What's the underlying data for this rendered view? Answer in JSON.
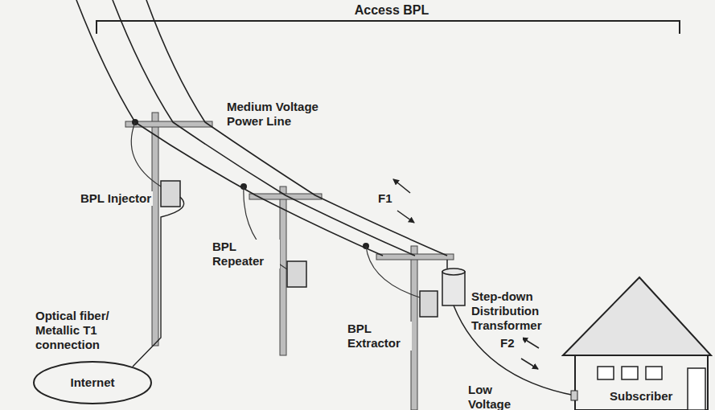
{
  "diagram": {
    "nodes": [
      {
        "text": [
          "Internet"
        ]
      },
      {
        "text": [
          "Subscriber"
        ]
      }
    ],
    "labels": [
      "Access BPL",
      "BPL Injector",
      "Medium Voltage Power Line",
      "BPL Repeater",
      "F1",
      "Optical fiber/ Metallic T1 connection",
      "Step-down Distribution Transformer",
      "BPL Extractor",
      "F2",
      "Low Voltage"
    ]
  }
}
